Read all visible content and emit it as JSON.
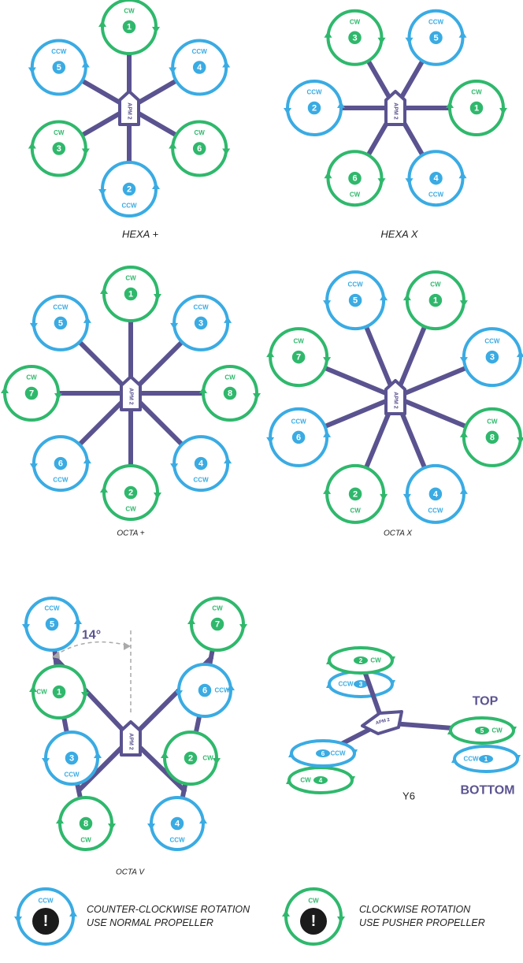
{
  "colors": {
    "ccw": "#3aabe3",
    "cw": "#2fb86c",
    "frame": "#5a5390",
    "arrow_bg": "#ffffff",
    "dash": "#aaaaaa",
    "warn": "#1b1b1b"
  },
  "board_label": "APM 2",
  "frames": [
    {
      "id": "hexa-plus",
      "name": "HEXA +",
      "motors": [
        {
          "n": "1",
          "dir": "CW"
        },
        {
          "n": "2",
          "dir": "CCW"
        },
        {
          "n": "3",
          "dir": "CW"
        },
        {
          "n": "4",
          "dir": "CCW"
        },
        {
          "n": "5",
          "dir": "CCW"
        },
        {
          "n": "6",
          "dir": "CW"
        }
      ]
    },
    {
      "id": "hexa-x",
      "name": "HEXA X",
      "motors": [
        {
          "n": "1",
          "dir": "CW"
        },
        {
          "n": "2",
          "dir": "CCW"
        },
        {
          "n": "3",
          "dir": "CW"
        },
        {
          "n": "4",
          "dir": "CCW"
        },
        {
          "n": "5",
          "dir": "CCW"
        },
        {
          "n": "6",
          "dir": "CW"
        }
      ]
    },
    {
      "id": "octa-plus",
      "name": "OCTA +",
      "motors": [
        {
          "n": "1",
          "dir": "CW"
        },
        {
          "n": "2",
          "dir": "CW"
        },
        {
          "n": "3",
          "dir": "CCW"
        },
        {
          "n": "4",
          "dir": "CCW"
        },
        {
          "n": "5",
          "dir": "CCW"
        },
        {
          "n": "6",
          "dir": "CCW"
        },
        {
          "n": "7",
          "dir": "CW"
        },
        {
          "n": "8",
          "dir": "CW"
        }
      ]
    },
    {
      "id": "octa-x",
      "name": "OCTA X",
      "motors": [
        {
          "n": "1",
          "dir": "CW"
        },
        {
          "n": "2",
          "dir": "CW"
        },
        {
          "n": "3",
          "dir": "CCW"
        },
        {
          "n": "4",
          "dir": "CCW"
        },
        {
          "n": "5",
          "dir": "CCW"
        },
        {
          "n": "6",
          "dir": "CCW"
        },
        {
          "n": "7",
          "dir": "CW"
        },
        {
          "n": "8",
          "dir": "CW"
        }
      ]
    },
    {
      "id": "octa-v",
      "name": "OCTA V",
      "angle": "14°",
      "motors": [
        {
          "n": "1",
          "dir": "CW"
        },
        {
          "n": "2",
          "dir": "CW"
        },
        {
          "n": "3",
          "dir": "CCW"
        },
        {
          "n": "4",
          "dir": "CCW"
        },
        {
          "n": "5",
          "dir": "CCW"
        },
        {
          "n": "6",
          "dir": "CCW"
        },
        {
          "n": "7",
          "dir": "CW"
        },
        {
          "n": "8",
          "dir": "CW"
        }
      ]
    },
    {
      "id": "y6",
      "name": "Y6",
      "top_label": "TOP",
      "bottom_label": "BOTTOM",
      "motors": [
        {
          "n": "1",
          "dir": "CCW"
        },
        {
          "n": "2",
          "dir": "CW"
        },
        {
          "n": "3",
          "dir": "CCW"
        },
        {
          "n": "4",
          "dir": "CW"
        },
        {
          "n": "5",
          "dir": "CW"
        },
        {
          "n": "6",
          "dir": "CCW"
        }
      ]
    }
  ],
  "legend": [
    {
      "dir": "CCW",
      "line1": "COUNTER-CLOCKWISE ROTATION",
      "line2": "USE NORMAL PROPELLER",
      "icon": "exclamation-icon"
    },
    {
      "dir": "CW",
      "line1": "CLOCKWISE ROTATION",
      "line2": "USE PUSHER PROPELLER",
      "icon": "exclamation-icon"
    }
  ]
}
